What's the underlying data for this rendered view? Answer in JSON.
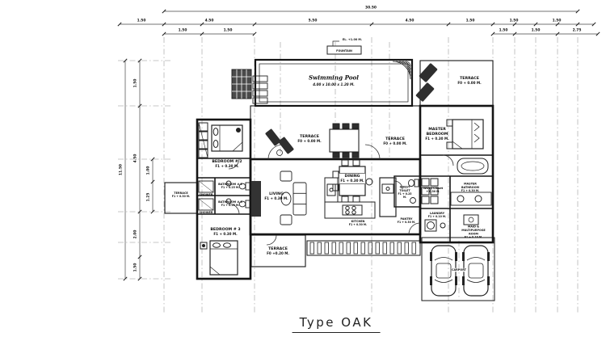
{
  "title": "Type OAK",
  "pool": {
    "name": "Swimming Pool",
    "size": "4.00 x 10.00 x 1.20 M.",
    "fountain": "FOUNTAIN",
    "elevation": "EL. +1.00 M."
  },
  "rooms": {
    "terrace_pool_right": {
      "name": "TERRACE",
      "level": "F0 + 0.00 M."
    },
    "terrace_mid_left": {
      "name": "TERRACE",
      "level": "F0 + 0.00 M."
    },
    "terrace_mid_right": {
      "name": "TERRACE",
      "level": "F0 + 0.00 M."
    },
    "master_bedroom": {
      "name": "MASTER BEDROOM",
      "level": "F1 + 0.30 M."
    },
    "walkin_closet": {
      "name": "Wk-In Closet",
      "level": "+ 0.30 M."
    },
    "master_bathroom": {
      "name": "MASTER BATHROOM",
      "level": "F1 + 0.30 M."
    },
    "laundry": {
      "name": "LAUNDRY",
      "level": "F1 + 0.10 M."
    },
    "maid_room": {
      "name": "MAID & MULTIPURPOSE ROOM",
      "level": "F1 + 0.10 M."
    },
    "guest_toilet": {
      "name": "GUEST TOILET",
      "level": "F1 + 0.25 M."
    },
    "dining": {
      "name": "DINING",
      "level": "F1 + 0.30 M."
    },
    "kitchen": {
      "name": "KITCHEN",
      "level": "F1 + 0.30 M."
    },
    "pantry": {
      "name": "PANTRY",
      "level": "F1 + 0.30 M."
    },
    "living": {
      "name": "LIVING",
      "level": "F1 + 0.30 M."
    },
    "bedroom2": {
      "name": "BEDROOM # 2",
      "level": "F1 + 0.30 M."
    },
    "bedroom3": {
      "name": "BEDROOM # 3",
      "level": "F1 + 0.30 M."
    },
    "bathroom2": {
      "name": "BATHROOM # 2",
      "level": "F1 + 0.25 M."
    },
    "bathroom3": {
      "name": "BATHROOM # 3",
      "level": "F1 + 0.25 M."
    },
    "shower2": {
      "name": "SHOWER"
    },
    "shower3": {
      "name": "SHOWER"
    },
    "terrace_left": {
      "name": "TERRACE",
      "level": "F1 + 0.30 M."
    },
    "terrace_bottom": {
      "name": "TERRACE",
      "level": "F0 +0.20 M."
    },
    "carport": {
      "name": "CARPORT"
    }
  },
  "dimensions": {
    "top_overall": "30.50",
    "top_row": [
      "1.50",
      "4.50",
      "5.50",
      "4.50",
      "1.50",
      "1.50",
      "1.50"
    ],
    "top_sub": [
      "1.50",
      "1.50",
      "1.50",
      "1.50",
      "2.75"
    ],
    "left_overall": "11.50",
    "left_row": [
      "1.50",
      "4.50",
      "2.00",
      "1.50"
    ],
    "left_sub": [
      "1.00",
      "1.25"
    ]
  }
}
